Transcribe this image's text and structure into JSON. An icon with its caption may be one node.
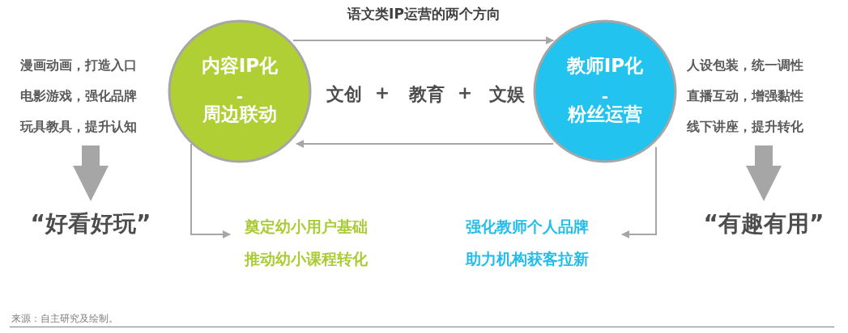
{
  "diagram": {
    "title": "语文类IP运营的两个方向",
    "caption": "来源：自主研究及绘制。",
    "nodes": [
      {
        "text": [
          "内容IP化",
          "-",
          "周边联动"
        ]
      },
      {
        "text": [
          "教师IP化",
          "-",
          "粉丝运营"
        ]
      },
      {
        "text": [
          "奠定幼小用户基础",
          "推动幼小课程转化"
        ]
      },
      {
        "text": [
          "强化教师个人品牌",
          "助力机构获客拉新"
        ]
      },
      {
        "text": [
          "漫画动画，打造入口",
          "电影游戏，强化品牌",
          "玩具教具，提升认知"
        ]
      },
      {
        "text": [
          "“好看好玩”"
        ]
      },
      {
        "text": [
          "人设包装，统一调性",
          "直播互动，增强黏性",
          "线下讲座，提升转化"
        ]
      },
      {
        "text": [
          "“有趣有用”"
        ]
      }
    ],
    "edges": [
      {
        "from": 0,
        "to": 1,
        "arrow": "to"
      },
      {
        "from": 1,
        "to": 0,
        "arrow": "to"
      },
      {
        "from": 0,
        "to": 2,
        "arrow": "to"
      },
      {
        "from": 1,
        "to": 3,
        "arrow": "to"
      },
      {
        "from": 4,
        "to": 5,
        "arrow": "to",
        "style": "thick"
      },
      {
        "from": 6,
        "to": 7,
        "arrow": "to",
        "style": "thick"
      }
    ],
    "labels": [
      "文创",
      "+",
      "教育",
      "+",
      "文娱"
    ]
  }
}
